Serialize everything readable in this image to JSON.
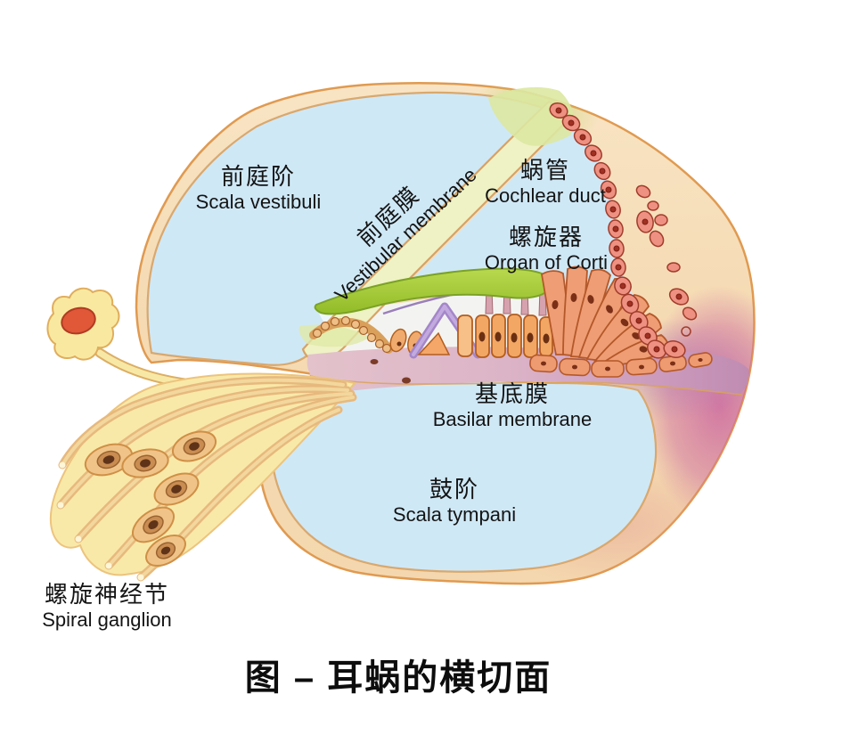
{
  "title": "图 – 耳蜗的横切面",
  "labels": {
    "scala_vestibuli": {
      "zh": "前庭阶",
      "en": "Scala vestibuli"
    },
    "vestibular_membrane": {
      "zh": "前庭膜",
      "en": "Vestibular membrane"
    },
    "cochlear_duct": {
      "zh": "蜗管",
      "en": "Cochlear duct"
    },
    "organ_of_corti": {
      "zh": "螺旋器",
      "en": "Organ of  Corti"
    },
    "basilar_membrane": {
      "zh": "基底膜",
      "en": "Basilar membrane"
    },
    "scala_tympani": {
      "zh": "鼓阶",
      "en": "Scala tympani"
    },
    "spiral_ganglion": {
      "zh": "螺旋神经节",
      "en": "Spiral ganglion"
    }
  },
  "palette": {
    "fluid_blue": "#cfe8f6",
    "shell_peach": "#f6ddb7",
    "shell_outline": "#e09a50",
    "inner_border_tan": "#d9a86e",
    "membrane_yellow": "#eff2c4",
    "tectorial_green": "#a6ca34",
    "pillar_purple": "#a486ca",
    "hair_cell_orange": "#f3a765",
    "stria_salmon": "#ef9182",
    "basilar_pink": "#dab2c6",
    "right_wall_mauve": "#ce78a6",
    "nerve_yellow": "#f9e9a8",
    "ganglion_tan": "#f0c488",
    "nucleus_red": "#e05838",
    "text_black": "#141414"
  }
}
